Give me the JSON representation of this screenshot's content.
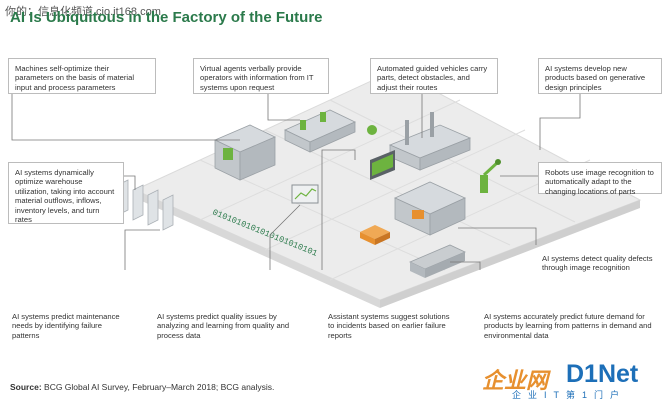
{
  "watermark": "你的：信息化频道 cio.it168.com",
  "title": "AI Is Ubiquitous in the Factory of the Future",
  "callouts": {
    "self_optimize": "Machines self-optimize their parameters on the basis of material input and process parameters",
    "virtual_agents": "Virtual agents verbally provide operators with information from IT systems upon request",
    "agv": "Automated guided vehicles carry parts, detect obstacles, and adjust their routes",
    "new_products": "AI systems develop new products based on generative design principles",
    "warehouse": "AI systems dynamically optimize warehouse utilization, taking into account material outflows, inflows, inventory levels, and turn rates",
    "robots": "Robots use image recognition to automatically adapt to the changing locations of parts",
    "quality_defects": "AI systems detect quality defects through image recognition",
    "maintenance": "AI systems predict maintenance needs by identifying failure patterns",
    "quality_issues": "AI systems predict quality issues by analyzing and learning from quality and process data",
    "assistant": "Assistant systems suggest solutions to incidents based on earlier failure reports",
    "demand": "AI systems accurately predict future demand for products by learning from patterns in demand and environmental data"
  },
  "binary_stream": "0101010101010101010101",
  "source_label": "Source:",
  "source_text": "BCG Global AI Survey, February–March 2018; BCG analysis.",
  "logo": {
    "brand_cn": "企业网",
    "brand_en": "D1Net",
    "tagline": "企业IT第1门户"
  },
  "colors": {
    "title": "#2b7a4b",
    "accent_green": "#6db33f",
    "machine_gray": "#c9cdd0",
    "logo_orange": "#e7902f",
    "logo_blue": "#1d6fb8"
  }
}
